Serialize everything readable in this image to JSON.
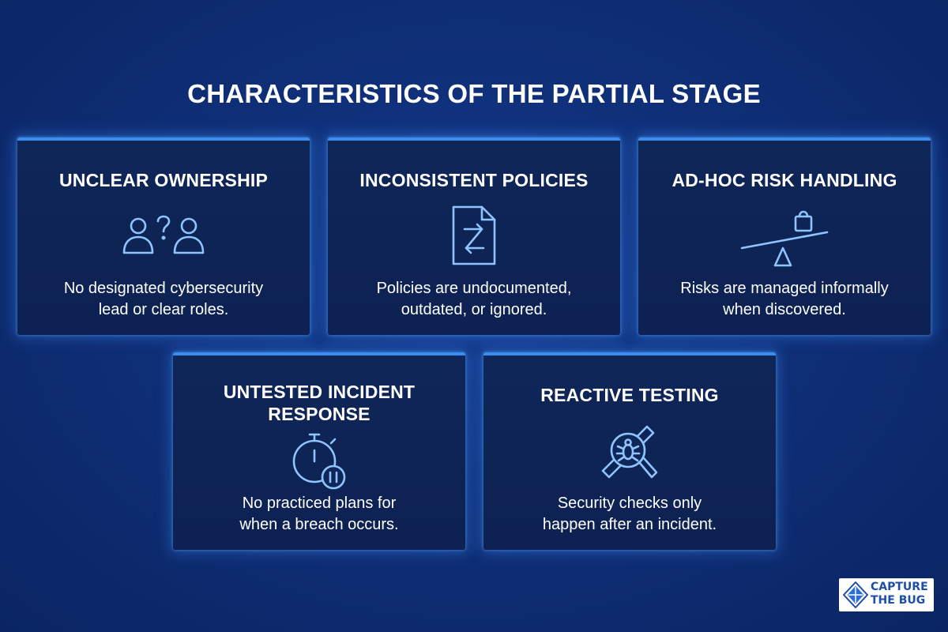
{
  "title": "CHARACTERISTICS OF THE PARTIAL STAGE",
  "cards": [
    {
      "title": "UNCLEAR OWNERSHIP",
      "icon": "people-question-icon",
      "description_line1": "No designated cybersecurity",
      "description_line2": "lead or clear roles."
    },
    {
      "title": "INCONSISTENT POLICIES",
      "icon": "document-arrows-icon",
      "description_line1": "Policies are undocumented,",
      "description_line2": "outdated, or ignored."
    },
    {
      "title": "AD-HOC RISK HANDLING",
      "icon": "seesaw-weight-icon",
      "description_line1": "Risks are managed informally",
      "description_line2": "when discovered."
    },
    {
      "title_line1": "UNTESTED INCIDENT",
      "title_line2": "RESPONSE",
      "icon": "stopwatch-pause-icon",
      "description_line1": "No practiced plans for",
      "description_line2": "when a breach occurs."
    },
    {
      "title": "REACTIVE TESTING",
      "icon": "bug-magnifier-icon",
      "description_line1": "Security checks only",
      "description_line2": "happen after an incident."
    }
  ],
  "logo": {
    "text": "CAPTURE\nTHE BUG",
    "icon": "capture-the-bug-logo"
  },
  "colors": {
    "background": "#0f2f78",
    "card_background": "#0f2658",
    "card_accent": "#3a8df0",
    "icon_stroke": "#8ec5ff",
    "logo_text": "#1d4ea8"
  }
}
